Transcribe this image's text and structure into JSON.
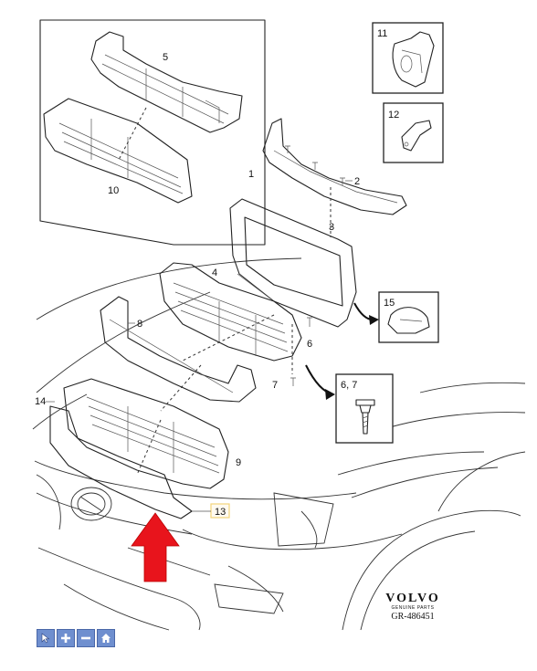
{
  "callouts": {
    "c1": "1",
    "c2": "2",
    "c3": "3",
    "c4": "4",
    "c5": "5",
    "c6": "6",
    "c7": "7",
    "c8": "8",
    "c9": "9",
    "c10": "10",
    "c11": "11",
    "c12": "12",
    "c13": "13",
    "c14": "14",
    "c15": "15",
    "c67": "6, 7"
  },
  "brand": {
    "name": "VOLVO",
    "subtitle": "GENUINE PARTS"
  },
  "reference": "GR-486451",
  "toolbar": {
    "icons": [
      "cursor-icon",
      "zoom-in-icon",
      "zoom-out-icon",
      "home-icon"
    ]
  },
  "colors": {
    "arrow": "#e8141c",
    "highlight": "#f4d47a",
    "toolbar": "#6f8fcf"
  }
}
